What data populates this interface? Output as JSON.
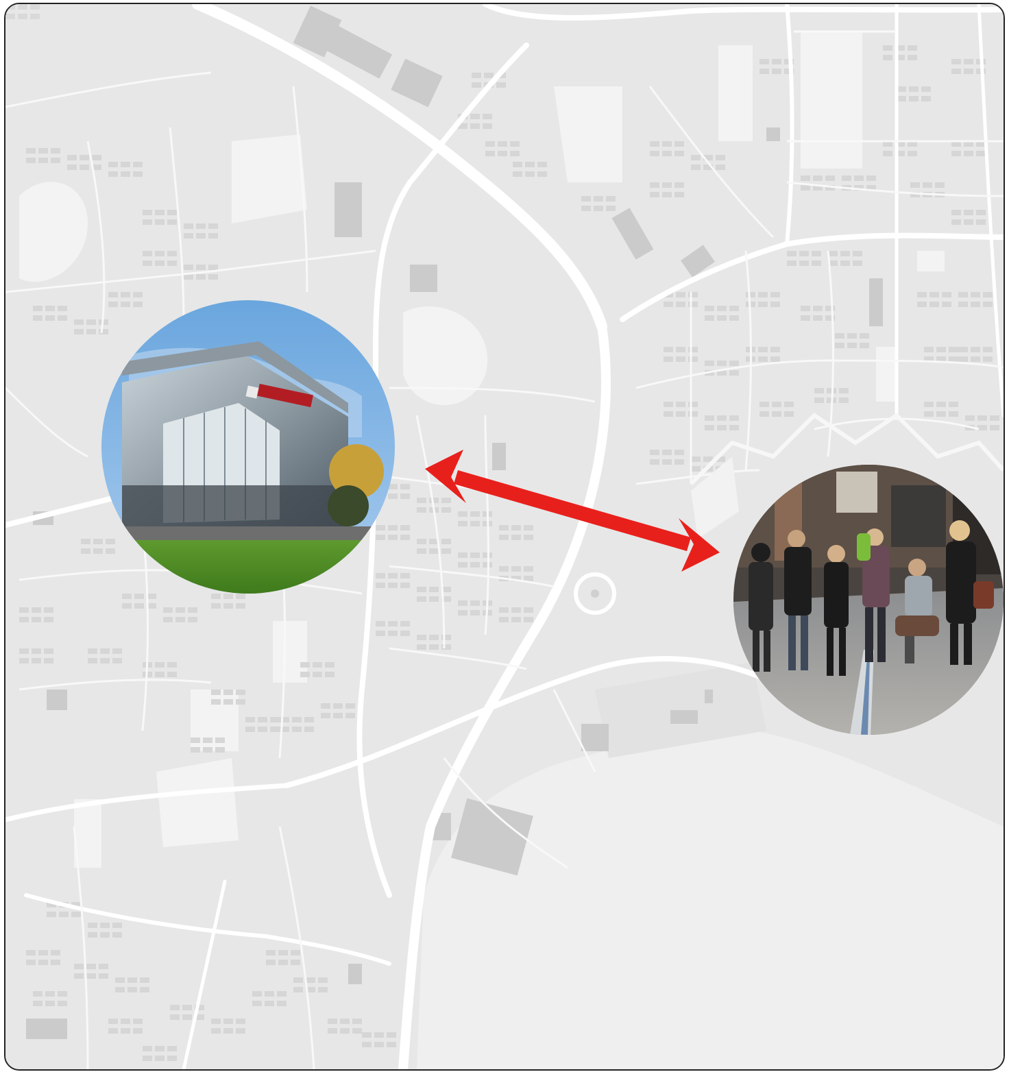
{
  "map": {
    "land_color": "#e6e6e6",
    "road_color": "#ffffff",
    "water_color": "#efefef",
    "building_color": "#cfcfcf"
  },
  "photos": [
    {
      "id": "car-dealership",
      "icon": "building-photo"
    },
    {
      "id": "pedestrian-street",
      "icon": "people-photo"
    }
  ],
  "connector": {
    "icon": "double-headed-arrow",
    "color": "#e8201c"
  }
}
